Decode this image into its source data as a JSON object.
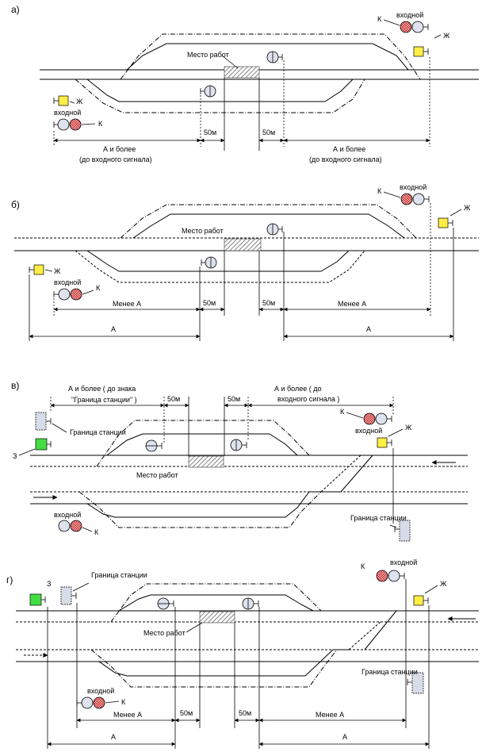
{
  "panels": {
    "a": {
      "letter": "а)",
      "work_place": "Место работ",
      "entry_signal_right": "входной",
      "entry_signal_left": "входной",
      "k": "К",
      "zh": "Ж",
      "dim_50": "50м",
      "dim_left": "А и более",
      "dim_left_sub": "(до входного сигнала)",
      "dim_right": "А и более",
      "dim_right_sub": "(до входного сигнала)"
    },
    "b": {
      "letter": "б)",
      "work_place": "Место работ",
      "entry_signal_right": "входной",
      "entry_signal_left": "входной",
      "k": "К",
      "zh": "Ж",
      "dim_50": "50м",
      "dim_less": "Менее А",
      "dim_a": "А"
    },
    "v": {
      "letter": "в)",
      "work_place": "Место работ",
      "entry_signal_right": "входной",
      "entry_signal_left": "входной",
      "k": "К",
      "zh": "Ж",
      "z": "З",
      "border": "Граница станции",
      "dim_50": "50м",
      "dim_left": "А и более ( до знака",
      "dim_left_sub": "\"Граница станции\" )",
      "dim_right": "А и более ( до",
      "dim_right_sub": "входного сигнала )"
    },
    "g": {
      "letter": "г)",
      "work_place": "Место работ",
      "entry_signal_right": "входной",
      "entry_signal_left": "входной",
      "k": "К",
      "zh": "Ж",
      "z": "З",
      "border": "Граница станции",
      "dim_50": "50м",
      "dim_less": "Менее А",
      "dim_a": "А"
    }
  },
  "colors": {
    "yellow_signal": "#ffee44",
    "green_signal": "#44dd44",
    "red_lamp": "#d04040",
    "sign_fill": "#d6dde8",
    "hatch": "#888888"
  }
}
